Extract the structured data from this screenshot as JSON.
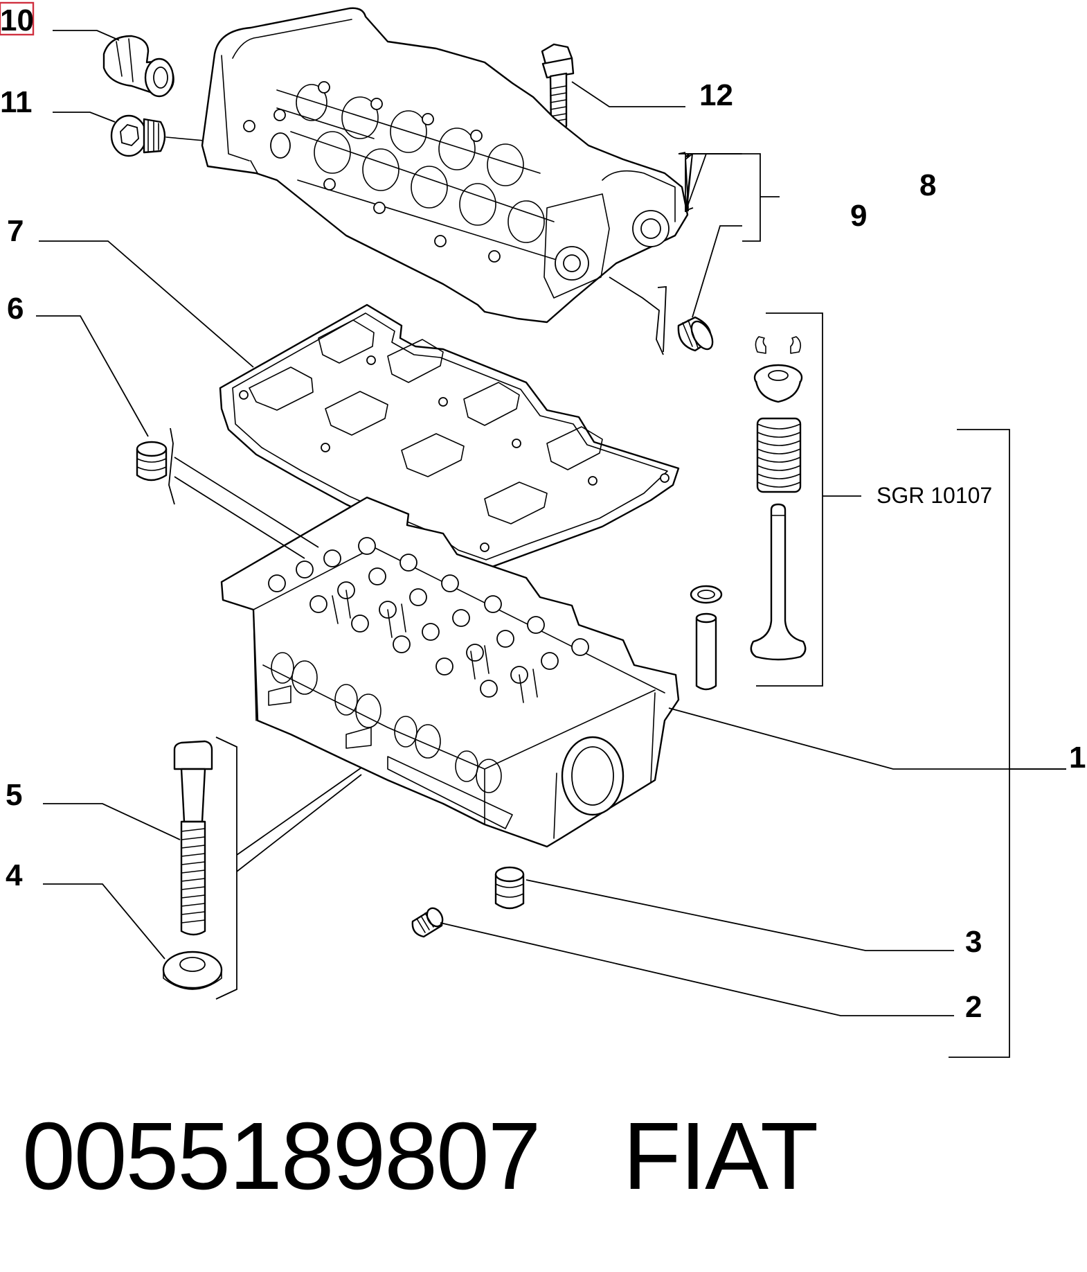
{
  "callouts": {
    "c1": "1",
    "c2": "2",
    "c3": "3",
    "c4": "4",
    "c5": "5",
    "c6": "6",
    "c7": "7",
    "c8": "8",
    "c9": "9",
    "c10": "10",
    "c11": "11",
    "c12": "12"
  },
  "kit_label": "SGR 10107",
  "footer": {
    "part_number": "0055189807",
    "brand": "FIAT"
  },
  "colors": {
    "line": "#000000",
    "background": "#ffffff",
    "highlight": "#d03040"
  }
}
